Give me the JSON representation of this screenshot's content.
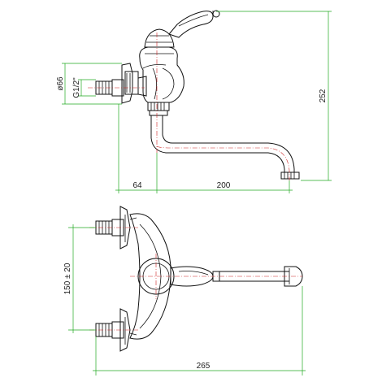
{
  "drawing": {
    "side_view": {
      "dimensions": {
        "inlet_diameter": "ø66",
        "thread": "G1/2\"",
        "offset_horizontal": "64",
        "spout_reach": "200",
        "height": "252"
      }
    },
    "top_view": {
      "dimensions": {
        "inlet_spacing": "150 ± 20",
        "overall_length": "265"
      }
    }
  },
  "colors": {
    "outline": "#111111",
    "centerline": "#cc2222",
    "dimension_line": "#22aa22"
  }
}
